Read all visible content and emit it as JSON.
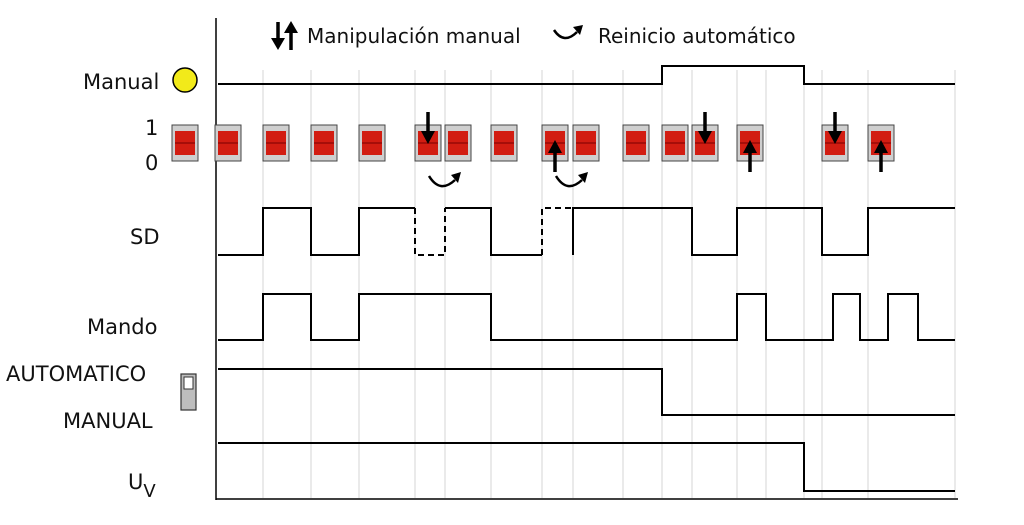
{
  "legend": {
    "manual_label": "Manipulación manual",
    "auto_label": "Reinicio automático"
  },
  "labels": {
    "manual": "Manual",
    "one": "1",
    "zero": "0",
    "sd": "SD",
    "mando": "Mando",
    "automatico": "AUTOMATICO",
    "manual_caps": "MANUAL",
    "uv_main": "U",
    "uv_sub": "V"
  },
  "colors": {
    "lamp": "#f2ea1a",
    "switch_body": "#d93a2b",
    "switch_frame": "#cfcfcf"
  },
  "icons": {
    "manual_symbol": "up-down-arrows-icon",
    "auto_symbol": "curved-arrow-icon",
    "lamp": "indicator-lamp-icon",
    "selector": "selector-switch-icon"
  }
}
